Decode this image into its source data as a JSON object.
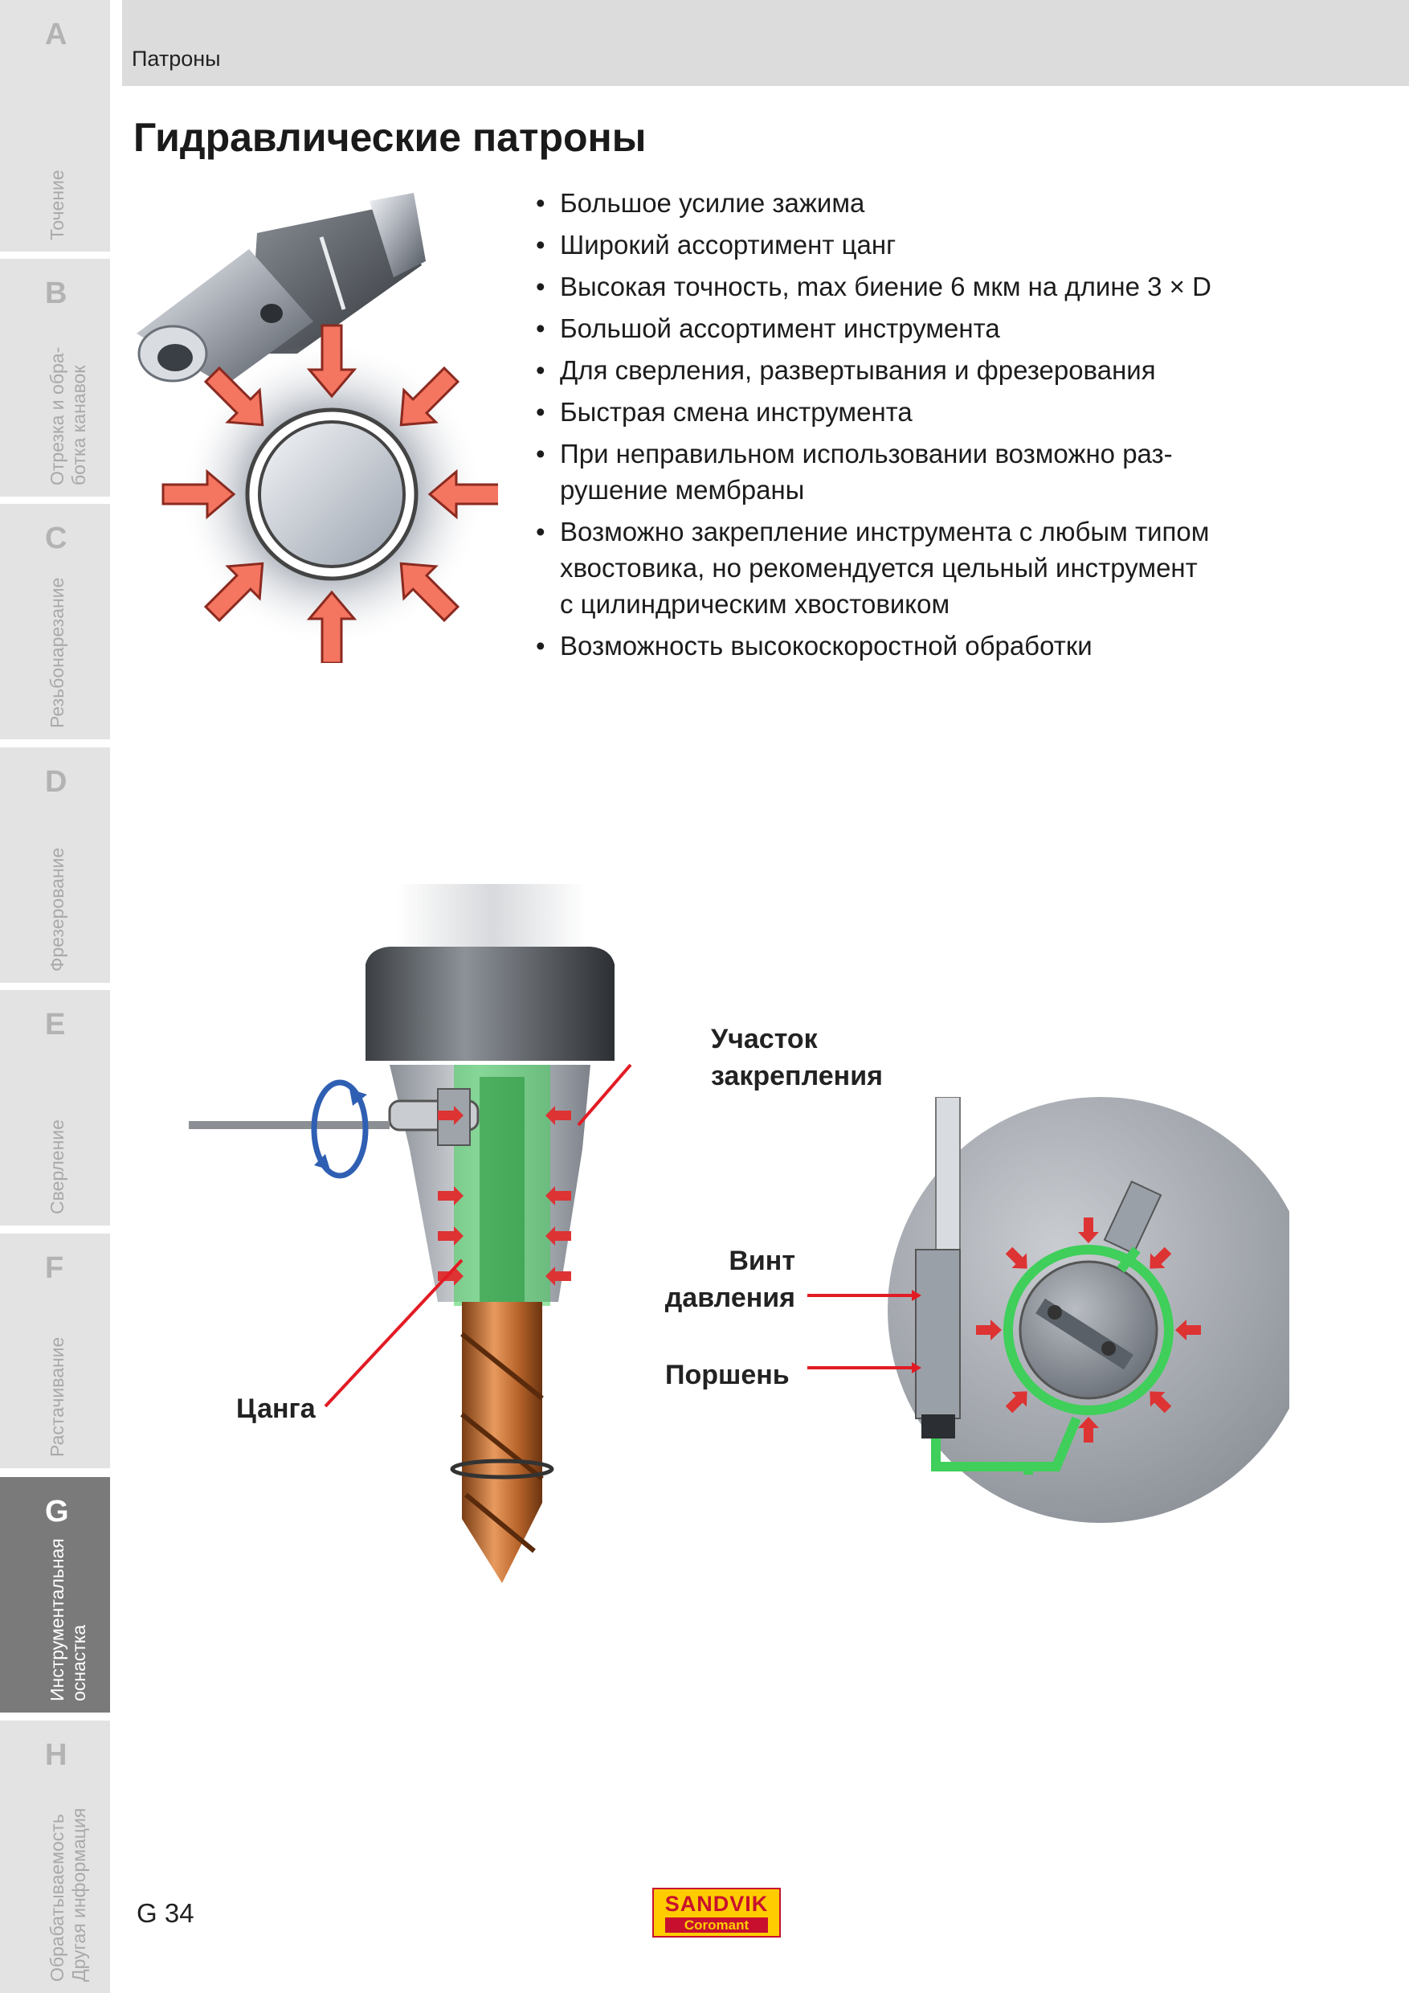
{
  "tabs": [
    {
      "letter": "A",
      "label": "Точение"
    },
    {
      "letter": "B",
      "label": "Отрезка и обра-\nботка канавок"
    },
    {
      "letter": "C",
      "label": "Резьбонарезание"
    },
    {
      "letter": "D",
      "label": "Фрезерование"
    },
    {
      "letter": "E",
      "label": "Сверление"
    },
    {
      "letter": "F",
      "label": "Растачивание"
    },
    {
      "letter": "G",
      "label": "Инструментальная\nоснастка"
    },
    {
      "letter": "H",
      "label": "Обрабатываемость\nДругая информация"
    }
  ],
  "header": {
    "section": "Патроны"
  },
  "title": "Гидравлические патроны",
  "bullets": [
    "Большое усилие зажима",
    "Широкий ассортимент цанг",
    "Высокая точность, max биение 6 мкм на длине 3 × D",
    "Большой ассортимент инструмента",
    "Для сверления, развертывания и фрезерования",
    "Быстрая смена инструмента",
    "При неправильном использовании возможно раз-\nрушение мембраны",
    "Возможно закрепление инструмента с любым типом\nхвостовика, но рекомендуется цельный инструмент\nс цилиндрическим хвостовиком",
    "Возможность высокоскоростной обработки"
  ],
  "callouts": {
    "clamping_area": "Участок\nзакрепления",
    "collet": "Цанга",
    "pressure_screw": "Винт\nдавления",
    "piston": "Поршень"
  },
  "footer": {
    "page": "G 34",
    "logo_brand": "SANDVIK",
    "logo_sub": "Coromant"
  },
  "colors": {
    "tab": "#e3e3e3",
    "tab_active": "#7a7a7a",
    "arrow": "#e8443a",
    "oil": "#3fcf5a",
    "header": "#dcdcdc"
  }
}
